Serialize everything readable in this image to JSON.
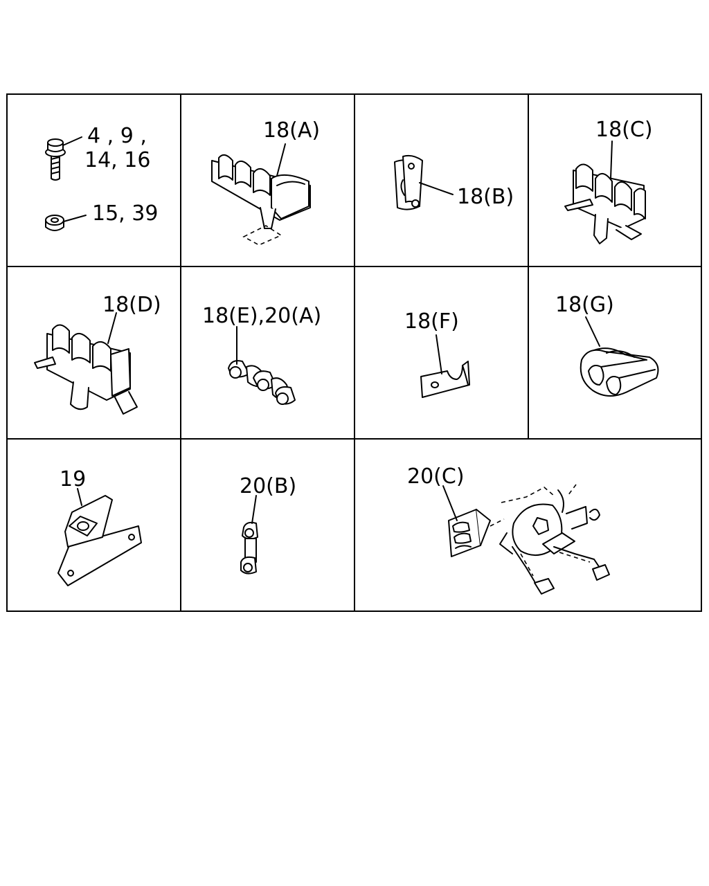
{
  "callouts": {
    "bolt": "4 , 9 ,",
    "bolt_line2": "14, 16",
    "nut": "15, 39",
    "clip_18a": "18(A)",
    "clip_18b": "18(B)",
    "clip_18c": "18(C)",
    "clip_18d": "18(D)",
    "clip_18e_20a": "18(E),20(A)",
    "clip_18f": "18(F)",
    "clip_18g": "18(G)",
    "bracket_19": "19",
    "clip_20b": "20(B)",
    "clip_20c": "20(C)"
  }
}
